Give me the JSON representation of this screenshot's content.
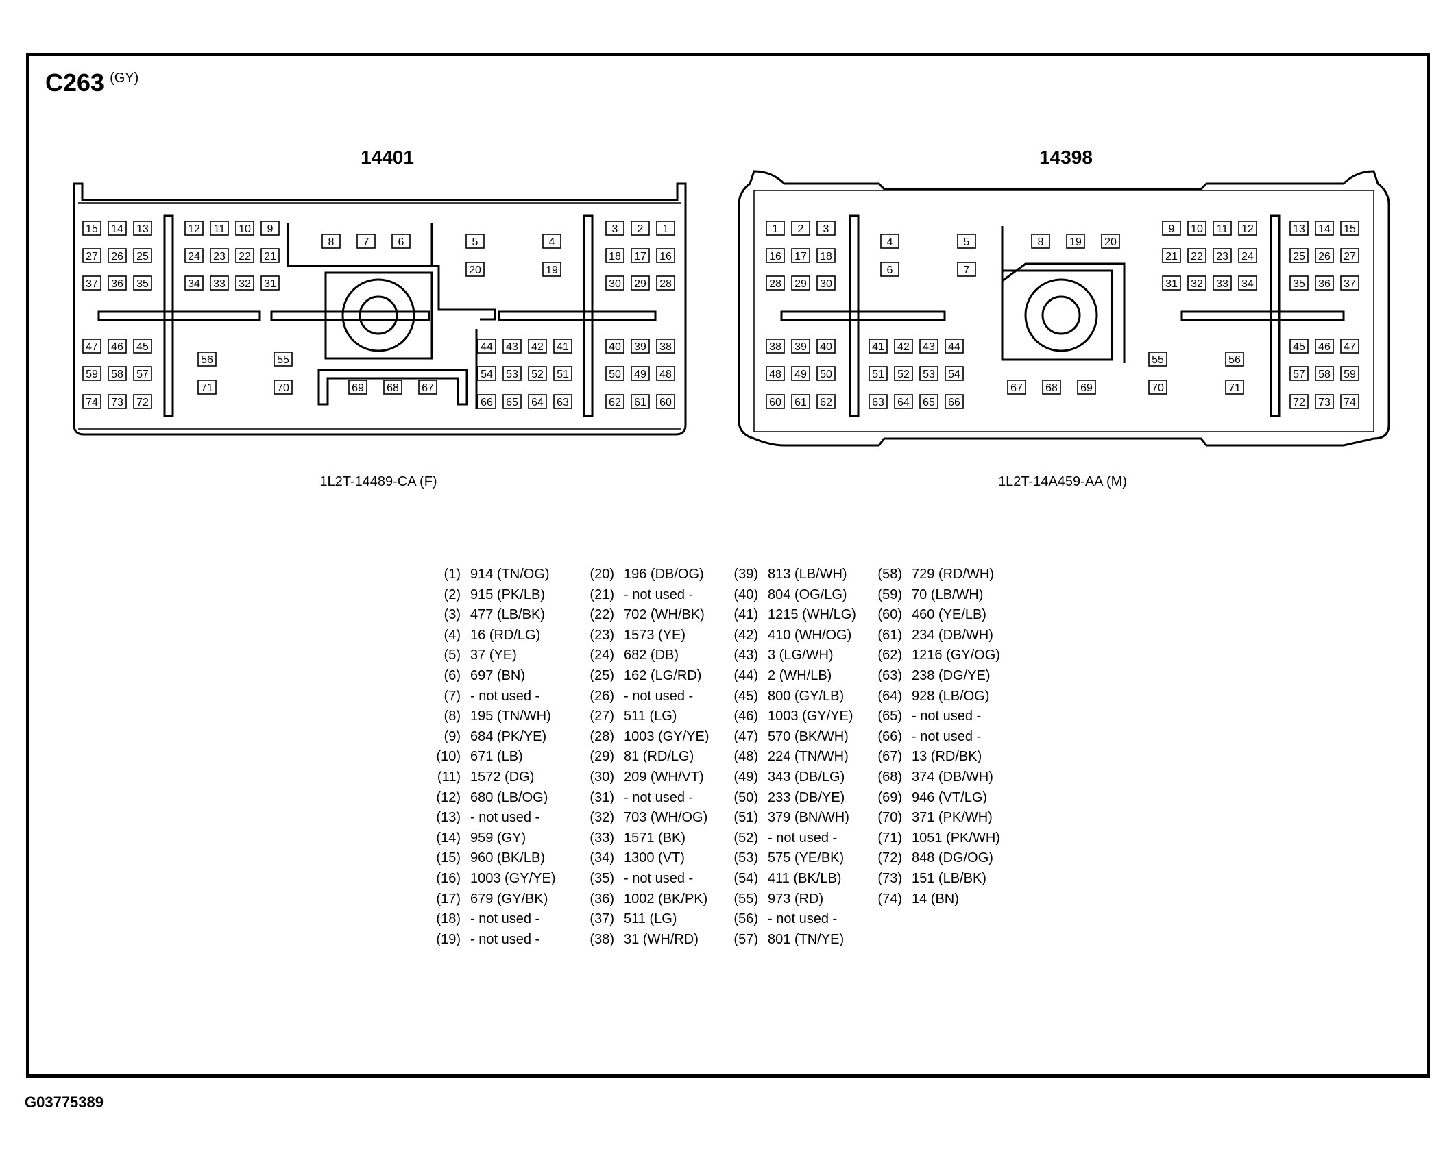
{
  "connector": {
    "name": "C263",
    "color": "(GY)"
  },
  "left_connector": {
    "header": "14401",
    "part_number": "1L2T-14489-CA (F)",
    "pins": [
      [
        "15",
        "14",
        "13",
        "12",
        "11",
        "10",
        "9",
        "3",
        "2",
        "1"
      ],
      [
        "27",
        "26",
        "25",
        "24",
        "23",
        "22",
        "21",
        "18",
        "17",
        "16"
      ],
      [
        "37",
        "36",
        "35",
        "34",
        "33",
        "32",
        "31",
        "30",
        "29",
        "28"
      ],
      [
        "8",
        "7",
        "6",
        "5",
        "4",
        "20",
        "19"
      ],
      [
        "47",
        "46",
        "45",
        "44",
        "43",
        "42",
        "41",
        "40",
        "39",
        "38"
      ],
      [
        "59",
        "58",
        "57",
        "54",
        "53",
        "52",
        "51",
        "50",
        "49",
        "48"
      ],
      [
        "74",
        "73",
        "72",
        "66",
        "65",
        "64",
        "63",
        "62",
        "61",
        "60"
      ],
      [
        "56",
        "55",
        "71",
        "70",
        "69",
        "68",
        "67"
      ]
    ]
  },
  "right_connector": {
    "header": "14398",
    "part_number": "1L2T-14A459-AA (M)",
    "pins": [
      [
        "1",
        "2",
        "3",
        "9",
        "10",
        "11",
        "12",
        "13",
        "14",
        "15"
      ],
      [
        "16",
        "17",
        "18",
        "21",
        "22",
        "23",
        "24",
        "25",
        "26",
        "27"
      ],
      [
        "28",
        "29",
        "30",
        "31",
        "32",
        "33",
        "34",
        "35",
        "36",
        "37"
      ],
      [
        "4",
        "5",
        "6",
        "7",
        "8",
        "19",
        "20"
      ],
      [
        "38",
        "39",
        "40",
        "41",
        "42",
        "43",
        "44",
        "45",
        "46",
        "47"
      ],
      [
        "48",
        "49",
        "50",
        "51",
        "52",
        "53",
        "54",
        "57",
        "58",
        "59"
      ],
      [
        "60",
        "61",
        "62",
        "63",
        "64",
        "65",
        "66",
        "72",
        "73",
        "74"
      ],
      [
        "55",
        "56",
        "70",
        "71",
        "67",
        "68",
        "69"
      ]
    ]
  },
  "pinout": [
    [
      "(1)",
      "914 (TN/OG)"
    ],
    [
      "(2)",
      "915 (PK/LB)"
    ],
    [
      "(3)",
      "477 (LB/BK)"
    ],
    [
      "(4)",
      "16 (RD/LG)"
    ],
    [
      "(5)",
      "37 (YE)"
    ],
    [
      "(6)",
      "697 (BN)"
    ],
    [
      "(7)",
      "- not used -"
    ],
    [
      "(8)",
      "195 (TN/WH)"
    ],
    [
      "(9)",
      "684 (PK/YE)"
    ],
    [
      "(10)",
      "671 (LB)"
    ],
    [
      "(11)",
      "1572 (DG)"
    ],
    [
      "(12)",
      "680 (LB/OG)"
    ],
    [
      "(13)",
      "- not used -"
    ],
    [
      "(14)",
      "959 (GY)"
    ],
    [
      "(15)",
      "960 (BK/LB)"
    ],
    [
      "(16)",
      "1003 (GY/YE)"
    ],
    [
      "(17)",
      "679 (GY/BK)"
    ],
    [
      "(18)",
      "- not used -"
    ],
    [
      "(19)",
      "- not used -"
    ],
    [
      "(20)",
      "196 (DB/OG)"
    ],
    [
      "(21)",
      "- not used -"
    ],
    [
      "(22)",
      "702 (WH/BK)"
    ],
    [
      "(23)",
      "1573 (YE)"
    ],
    [
      "(24)",
      "682 (DB)"
    ],
    [
      "(25)",
      "162 (LG/RD)"
    ],
    [
      "(26)",
      "- not used -"
    ],
    [
      "(27)",
      "511 (LG)"
    ],
    [
      "(28)",
      "1003 (GY/YE)"
    ],
    [
      "(29)",
      "81 (RD/LG)"
    ],
    [
      "(30)",
      "209 (WH/VT)"
    ],
    [
      "(31)",
      "- not used -"
    ],
    [
      "(32)",
      "703 (WH/OG)"
    ],
    [
      "(33)",
      "1571 (BK)"
    ],
    [
      "(34)",
      "1300 (VT)"
    ],
    [
      "(35)",
      "- not used -"
    ],
    [
      "(36)",
      "1002 (BK/PK)"
    ],
    [
      "(37)",
      "511 (LG)"
    ],
    [
      "(38)",
      "31 (WH/RD)"
    ],
    [
      "(39)",
      "813 (LB/WH)"
    ],
    [
      "(40)",
      "804 (OG/LG)"
    ],
    [
      "(41)",
      "1215 (WH/LG)"
    ],
    [
      "(42)",
      "410 (WH/OG)"
    ],
    [
      "(43)",
      "3 (LG/WH)"
    ],
    [
      "(44)",
      "2 (WH/LB)"
    ],
    [
      "(45)",
      "800 (GY/LB)"
    ],
    [
      "(46)",
      "1003 (GY/YE)"
    ],
    [
      "(47)",
      "570 (BK/WH)"
    ],
    [
      "(48)",
      "224 (TN/WH)"
    ],
    [
      "(49)",
      "343 (DB/LG)"
    ],
    [
      "(50)",
      "233 (DB/YE)"
    ],
    [
      "(51)",
      "379 (BN/WH)"
    ],
    [
      "(52)",
      "- not used -"
    ],
    [
      "(53)",
      "575 (YE/BK)"
    ],
    [
      "(54)",
      "411 (BK/LB)"
    ],
    [
      "(55)",
      "973 (RD)"
    ],
    [
      "(56)",
      "- not used -"
    ],
    [
      "(57)",
      "801 (TN/YE)"
    ],
    [
      "(58)",
      "729 (RD/WH)"
    ],
    [
      "(59)",
      "70 (LB/WH)"
    ],
    [
      "(60)",
      "460 (YE/LB)"
    ],
    [
      "(61)",
      "234 (DB/WH)"
    ],
    [
      "(62)",
      "1216 (GY/OG)"
    ],
    [
      "(63)",
      "238 (DG/YE)"
    ],
    [
      "(64)",
      "928 (LB/OG)"
    ],
    [
      "(65)",
      "- not used -"
    ],
    [
      "(66)",
      "- not used -"
    ],
    [
      "(67)",
      "13 (RD/BK)"
    ],
    [
      "(68)",
      "374 (DB/WH)"
    ],
    [
      "(69)",
      "946 (VT/LG)"
    ],
    [
      "(70)",
      "371 (PK/WH)"
    ],
    [
      "(71)",
      "1051 (PK/WH)"
    ],
    [
      "(72)",
      "848 (DG/OG)"
    ],
    [
      "(73)",
      "151 (LB/BK)"
    ],
    [
      "(74)",
      "14 (BN)"
    ]
  ],
  "document_id": "G03775389"
}
